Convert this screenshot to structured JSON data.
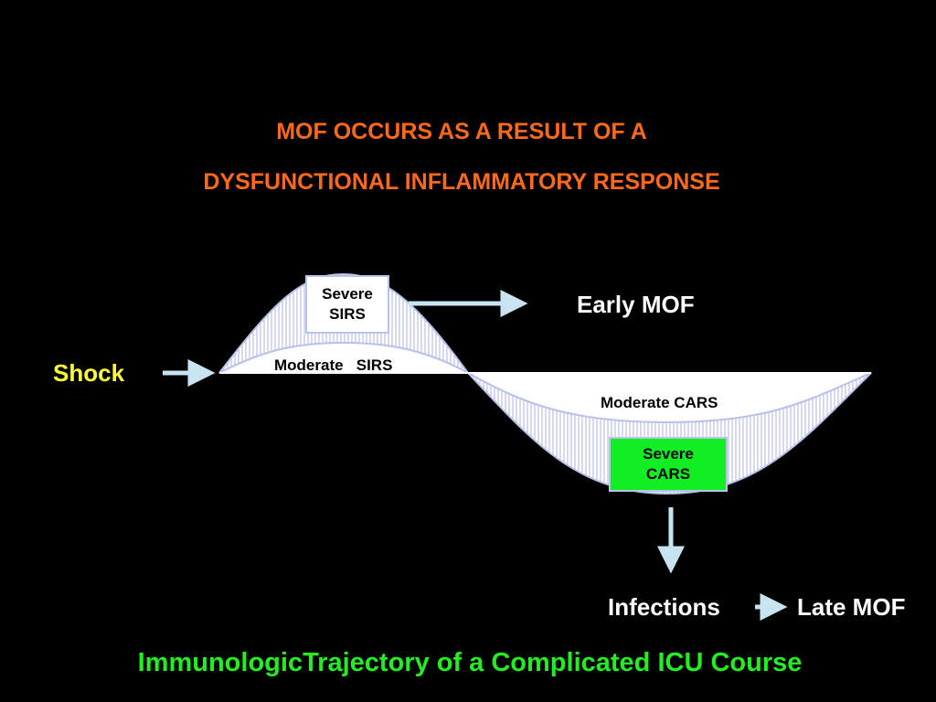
{
  "title": {
    "line1": "MOF OCCURS AS A RESULT OF A",
    "line2": "DYSFUNCTIONAL INFLAMMATORY RESPONSE"
  },
  "labels": {
    "shock": "Shock",
    "early_mof": "Early MOF",
    "moderate_sirs": "Moderate   SIRS",
    "moderate_cars": "Moderate CARS",
    "infections": "Infections",
    "late_mof": "Late MOF"
  },
  "boxes": {
    "severe_sirs": {
      "line1": "Severe",
      "line2": "SIRS"
    },
    "severe_cars": {
      "line1": "Severe",
      "line2": "CARS"
    }
  },
  "footer": "ImmunologicTrajectory of a Complicated ICU Course",
  "colors": {
    "background": "#000000",
    "title": "#ff6a1a",
    "shock": "#ffff33",
    "footer": "#22ee22",
    "severe_cars_fill": "#11ee22",
    "arrow": "#c8e4f0",
    "hatch": "#b9c2e8"
  }
}
